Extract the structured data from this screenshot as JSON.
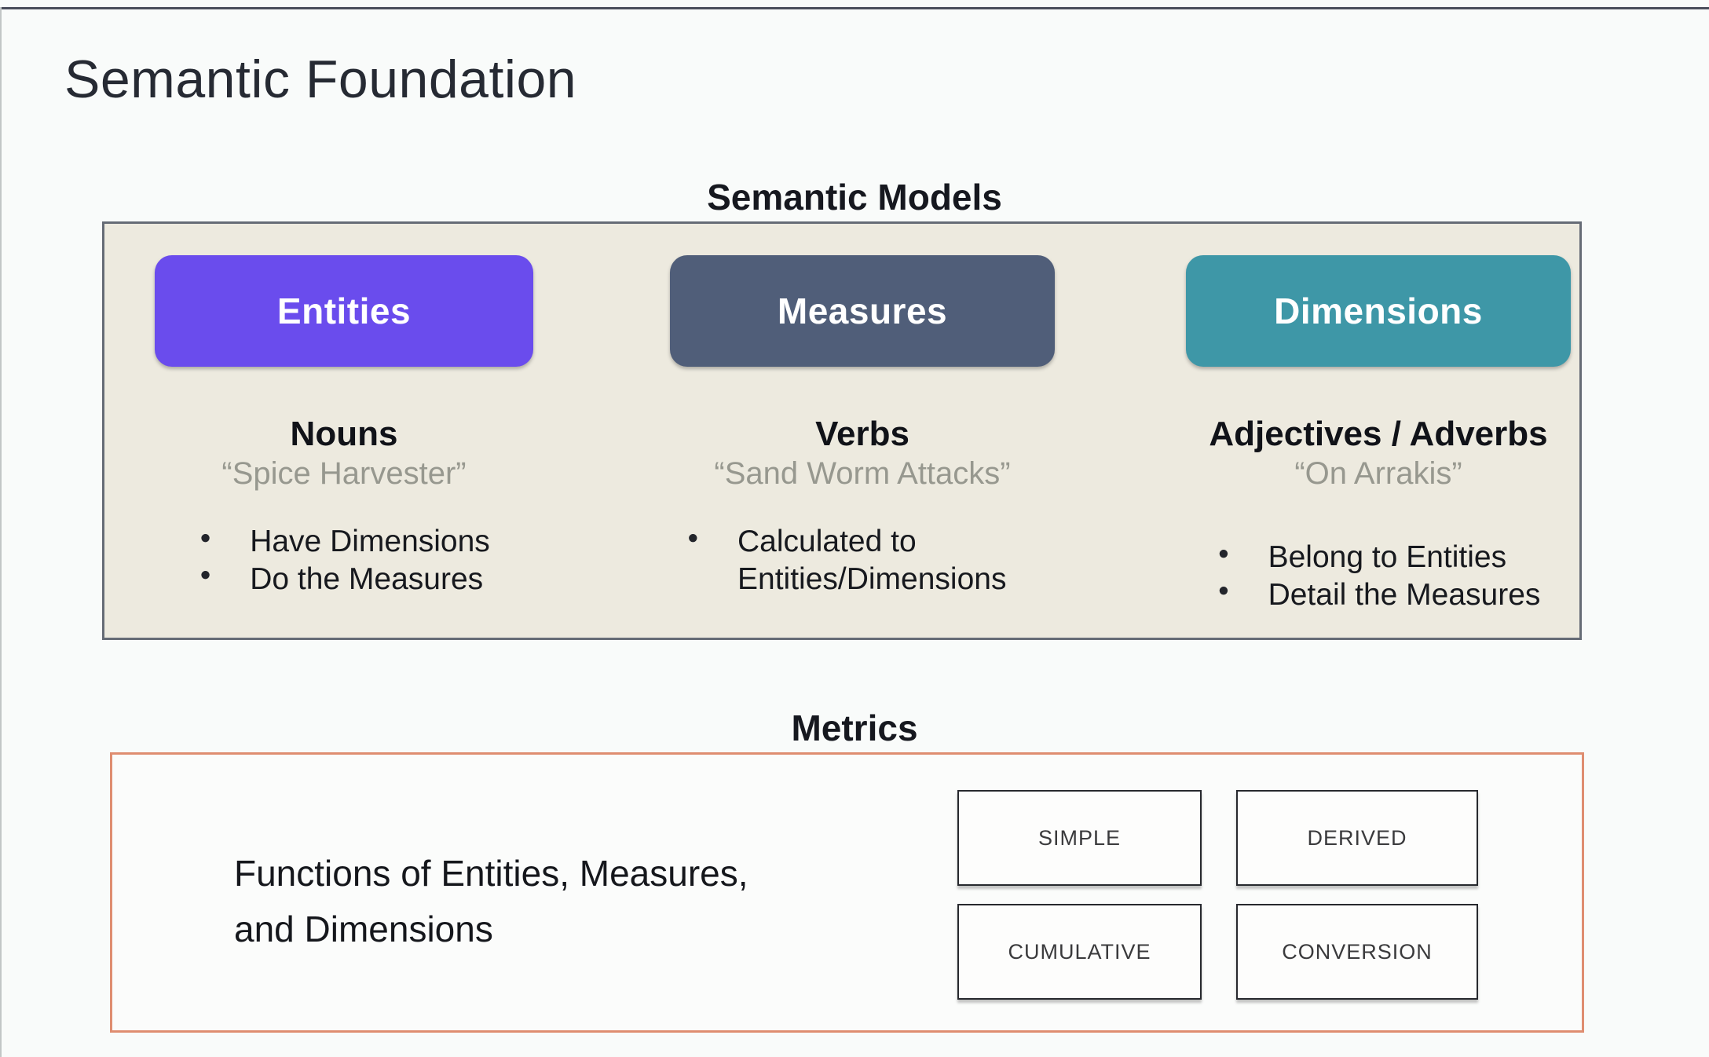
{
  "page": {
    "title": "Semantic Foundation"
  },
  "colors": {
    "entities_purple": "#6a4ced",
    "measures_slate": "#505e79",
    "dimensions_teal": "#3e97a7",
    "panel_beige": "#edeadf",
    "metrics_border_orange": "#df8d70"
  },
  "semantic_models": {
    "heading": "Semantic Models",
    "columns": [
      {
        "button": "Entities",
        "role": "Nouns",
        "example": "“Spice Harvester”",
        "bullets": [
          "Have Dimensions",
          "Do the Measures"
        ]
      },
      {
        "button": "Measures",
        "role": "Verbs",
        "example": "“Sand Worm Attacks”",
        "bullets": [
          "Calculated to Entities/Dimensions"
        ]
      },
      {
        "button": "Dimensions",
        "role": "Adjectives / Adverbs",
        "example": "“On Arrakis”",
        "bullets": [
          "Belong to Entities",
          "Detail the Measures"
        ]
      }
    ]
  },
  "metrics": {
    "heading": "Metrics",
    "description_line1": "Functions of Entities, Measures,",
    "description_line2": "and Dimensions",
    "types": [
      "SIMPLE",
      "DERIVED",
      "CUMULATIVE",
      "CONVERSION"
    ]
  }
}
